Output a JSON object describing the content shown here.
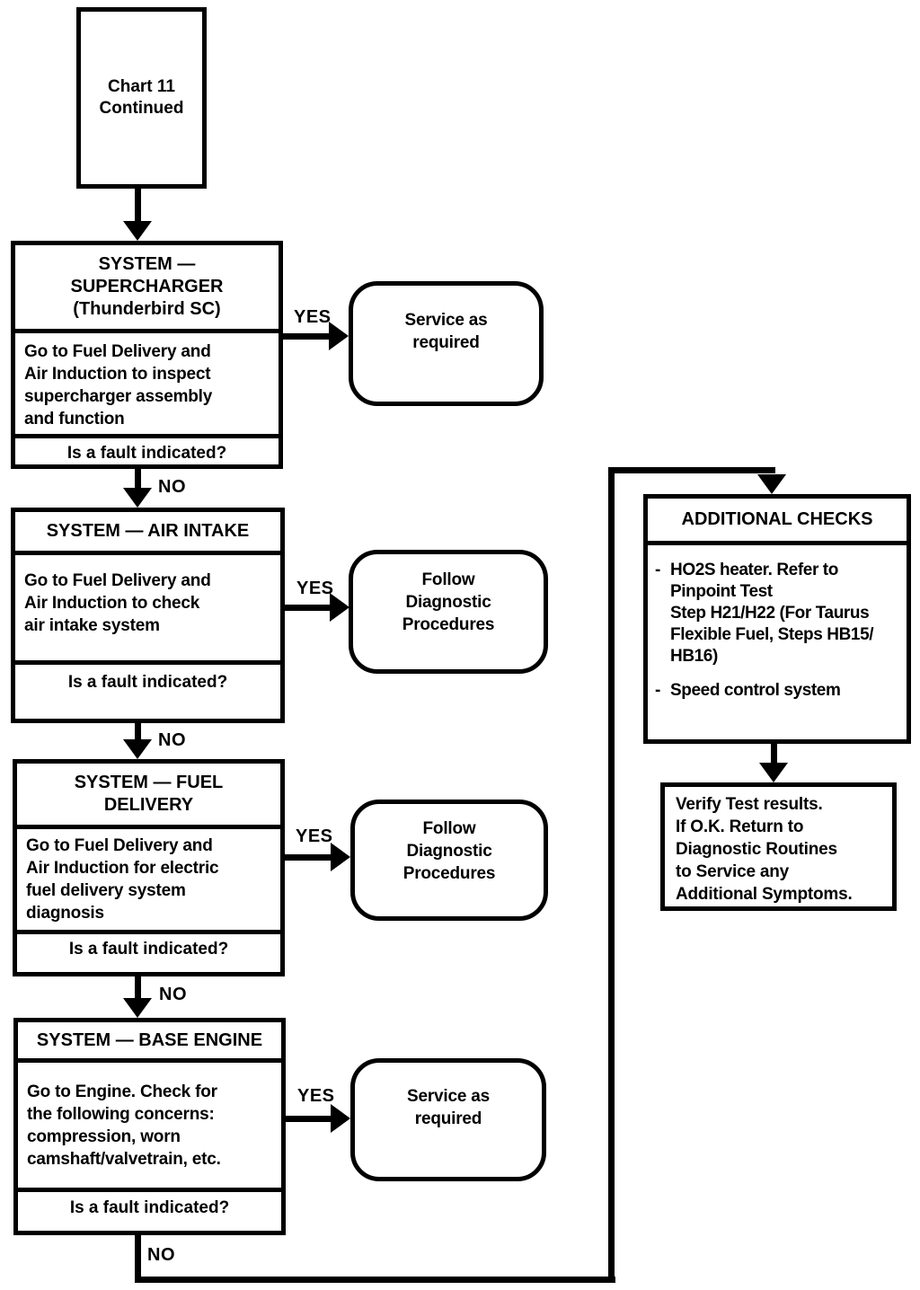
{
  "diagram_title": "Chart 11 Continued",
  "start_node": {
    "text": "Chart 11\nContinued"
  },
  "steps": [
    {
      "header": "SYSTEM —\nSUPERCHARGER\n(Thunderbird SC)",
      "body": "Go to Fuel Delivery and\nAir Induction to inspect\nsupercharger assembly\nand function",
      "question": "Is a fault indicated?",
      "yes_label": "YES",
      "no_label": "NO",
      "outcome": "Service as\nrequired"
    },
    {
      "header": "SYSTEM — AIR INTAKE",
      "body": "Go to Fuel Delivery and\nAir Induction to check\nair intake system",
      "question": "Is a fault indicated?",
      "yes_label": "YES",
      "no_label": "NO",
      "outcome": "Follow\nDiagnostic\nProcedures"
    },
    {
      "header": "SYSTEM — FUEL\nDELIVERY",
      "body": "Go to Fuel Delivery and\nAir Induction for electric\nfuel delivery system\ndiagnosis",
      "question": "Is a fault indicated?",
      "yes_label": "YES",
      "no_label": "NO",
      "outcome": "Follow\nDiagnostic\nProcedures"
    },
    {
      "header": "SYSTEM — BASE ENGINE",
      "body": "Go to Engine. Check for\nthe following concerns:\ncompression, worn\ncamshaft/valvetrain, etc.",
      "question": "Is a fault indicated?",
      "yes_label": "YES",
      "no_label": "NO",
      "outcome": "Service as\nrequired"
    }
  ],
  "additional_checks": {
    "header": "ADDITIONAL CHECKS",
    "items": [
      {
        "bullet": "-",
        "text": "HO2S heater. Refer to\nPinpoint Test\nStep H21/H22 (For Taurus\nFlexible Fuel, Steps HB15/\nHB16)"
      },
      {
        "bullet": "-",
        "text": "Speed control system"
      }
    ]
  },
  "verify_node": {
    "text": "Verify Test results.\nIf O.K. Return to\nDiagnostic Routines\nto Service any\nAdditional Symptoms."
  },
  "colors": {
    "ink": "#000000",
    "paper": "#ffffff"
  }
}
